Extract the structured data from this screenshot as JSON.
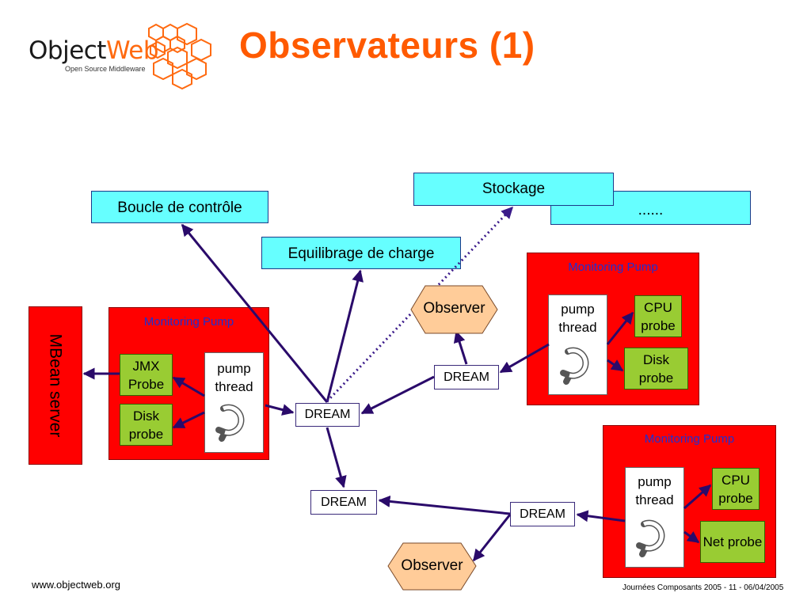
{
  "slide": {
    "title": "Observateurs (1)",
    "logo": {
      "name_prefix": "Object",
      "name_suffix": "Web",
      "tagline": "Open Source Middleware"
    },
    "footer_left": "www.objectweb.org",
    "footer_right": "Journées Composants 2005 - 11 - 06/04/2005"
  },
  "diagram": {
    "targets": {
      "boucle": "Boucle de contrôle",
      "equilibrage": "Equilibrage de charge",
      "stockage": "Stockage",
      "more": "......"
    },
    "mbean_server": "MBean server",
    "observers": [
      "Observer",
      "Observer"
    ],
    "dream_nodes": [
      "DREAM",
      "DREAM",
      "DREAM",
      "DREAM"
    ],
    "pumps": [
      {
        "label": "Monitoring Pump",
        "thread": "pump thread",
        "probes": [
          "JMX Probe",
          "Disk probe"
        ]
      },
      {
        "label": "Monitoring Pump",
        "thread": "pump thread",
        "probes": [
          "CPU probe",
          "Disk probe"
        ]
      },
      {
        "label": "Monitoring Pump",
        "thread": "pump thread",
        "probes": [
          "CPU probe",
          "Net probe"
        ]
      }
    ],
    "colors": {
      "title": "#ff5a00",
      "target_fill": "#66ffff",
      "pump_fill": "#ff0000",
      "probe_fill": "#99cc33",
      "observer_fill": "#ffcc99",
      "arrow": "#2a0a6a",
      "pump_label": "#1f2fd0"
    }
  }
}
